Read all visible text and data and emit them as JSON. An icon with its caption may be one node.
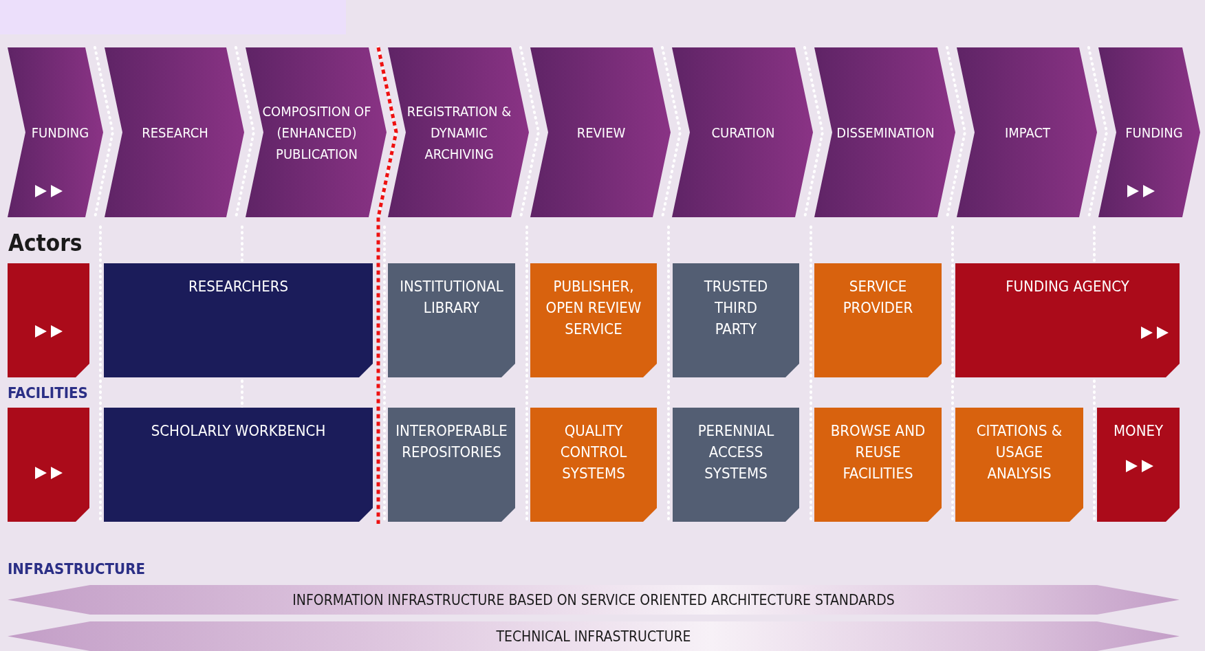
{
  "diagram": {
    "nodes": [
      {
        "text": [
          "FUNDING"
        ]
      },
      {
        "text": [
          "RESEARCH"
        ]
      },
      {
        "text": [
          "COMPOSITION OF (ENHANCED) PUBLICATION"
        ]
      },
      {
        "text": [
          "REGISTRATION & DYNAMIC ARCHIVING"
        ]
      },
      {
        "text": [
          "REVIEW"
        ]
      },
      {
        "text": [
          "CURATION"
        ]
      },
      {
        "text": [
          "DISSEMINATION"
        ]
      },
      {
        "text": [
          "IMPACT"
        ]
      },
      {
        "text": [
          "FUNDING"
        ]
      },
      {
        "text": [],
        "shape": "box"
      },
      {
        "text": [
          "RESEARCHERS"
        ]
      },
      {
        "text": [
          "INSTITUTIONAL LIBRARY"
        ]
      },
      {
        "text": [
          "PUBLISHER, OPEN REVIEW SERVICE"
        ]
      },
      {
        "text": [
          "TRUSTED THIRD PARTY"
        ]
      },
      {
        "text": [
          "SERVICE PROVIDER"
        ]
      },
      {
        "text": [
          "FUNDING AGENCY"
        ]
      },
      {
        "text": [],
        "shape": "box"
      },
      {
        "text": [
          "SCHOLARLY WORKBENCH"
        ]
      },
      {
        "text": [
          "INTEROPERABLE REPOSITORIES"
        ]
      },
      {
        "text": [
          "QUALITY CONTROL SYSTEMS"
        ]
      },
      {
        "text": [
          "PERENNIAL ACCESS SYSTEMS"
        ]
      },
      {
        "text": [
          "BROWSE AND REUSE FACILITIES"
        ]
      },
      {
        "text": [
          "CITATIONS & USAGE ANALYSIS"
        ]
      },
      {
        "text": [
          "MONEY"
        ]
      },
      {
        "text": [
          "INFORMATION INFRASTRUCTURE BASED ON SERVICE ORIENTED ARCHITECTURE STANDARDS"
        ]
      },
      {
        "text": [
          "TECHNICAL INFRASTRUCTURE"
        ]
      }
    ],
    "edges": [],
    "labels": [
      "Actors",
      "FACILITIES",
      "INFRASTRUCTURE"
    ]
  }
}
